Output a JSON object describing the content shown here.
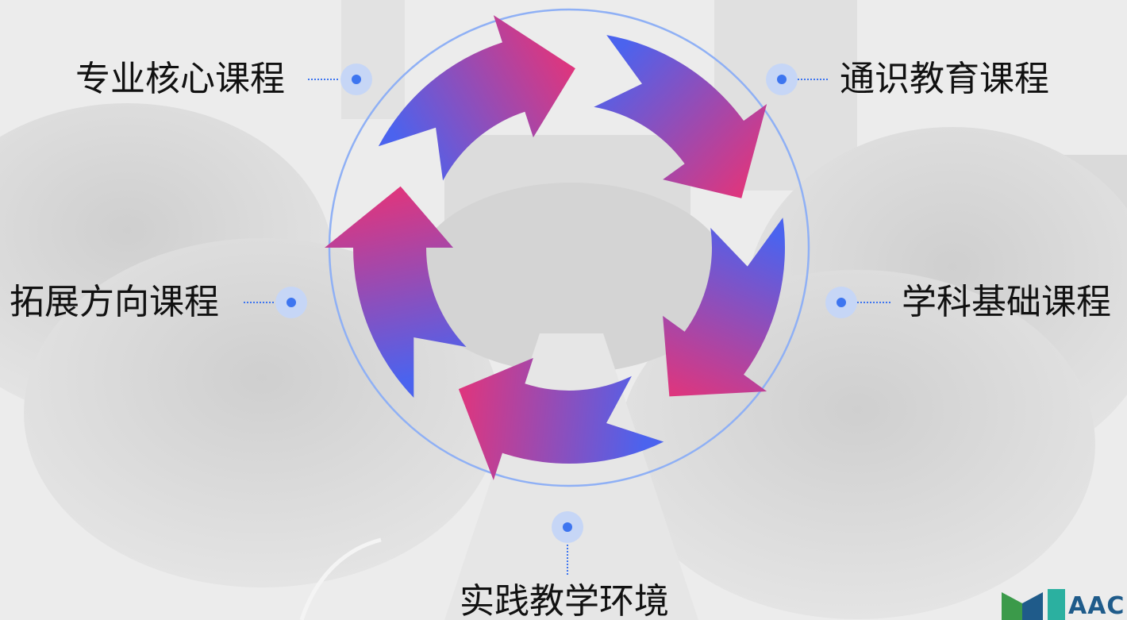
{
  "diagram": {
    "nodes": [
      {
        "id": "top-left",
        "label": "专业核心课程"
      },
      {
        "id": "top-right",
        "label": "通识教育课程"
      },
      {
        "id": "mid-left",
        "label": "拓展方向课程"
      },
      {
        "id": "mid-right",
        "label": "学科基础课程"
      },
      {
        "id": "bottom",
        "label": "实践教学环境"
      }
    ]
  },
  "logo": {
    "text": "AAC"
  },
  "colors": {
    "arrow_pink": "#e0357c",
    "arrow_blue": "#4b63ee",
    "ring": "#8fb0f5",
    "dot": "#3d75f0",
    "dot_halo": "#c6d6f6"
  }
}
